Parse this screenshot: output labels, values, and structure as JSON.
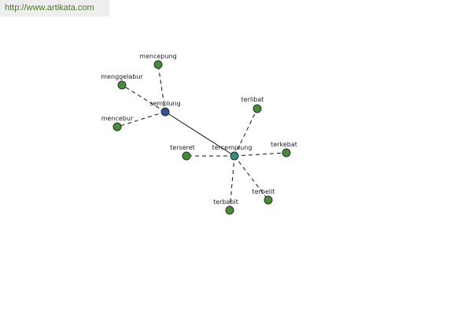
{
  "watermark": "http://www.artikata.com",
  "colors": {
    "leaf": "#4a8a3a",
    "hub_primary": "#3a4aa0",
    "hub_secondary": "#3a8a8a",
    "edge": "#111111",
    "outline": "#1a3a1a"
  },
  "graph": {
    "nodes": [
      {
        "id": "semplung",
        "label": "semplung",
        "kind": "hub_primary"
      },
      {
        "id": "tercemplung",
        "label": "tercemplung",
        "kind": "hub_secondary"
      },
      {
        "id": "mencepung",
        "label": "mencepung",
        "kind": "leaf"
      },
      {
        "id": "menggelabur",
        "label": "menggelabur",
        "kind": "leaf"
      },
      {
        "id": "mencebur",
        "label": "mencebur",
        "kind": "leaf"
      },
      {
        "id": "terlibat",
        "label": "terlibat",
        "kind": "leaf"
      },
      {
        "id": "terkebat",
        "label": "terkebat",
        "kind": "leaf"
      },
      {
        "id": "terseret",
        "label": "terseret",
        "kind": "leaf"
      },
      {
        "id": "terbelit",
        "label": "terbelit",
        "kind": "leaf"
      },
      {
        "id": "terbabit",
        "label": "terbabit",
        "kind": "leaf"
      }
    ],
    "edges": [
      {
        "from": "semplung",
        "to": "tercemplung",
        "style": "solid"
      },
      {
        "from": "semplung",
        "to": "mencepung",
        "style": "dashed"
      },
      {
        "from": "semplung",
        "to": "menggelabur",
        "style": "dashed"
      },
      {
        "from": "semplung",
        "to": "mencebur",
        "style": "dashed"
      },
      {
        "from": "tercemplung",
        "to": "terlibat",
        "style": "dashed"
      },
      {
        "from": "tercemplung",
        "to": "terkebat",
        "style": "dashed"
      },
      {
        "from": "tercemplung",
        "to": "terseret",
        "style": "dashed"
      },
      {
        "from": "tercemplung",
        "to": "terbelit",
        "style": "dashed"
      },
      {
        "from": "tercemplung",
        "to": "terbabit",
        "style": "dashed"
      }
    ]
  }
}
